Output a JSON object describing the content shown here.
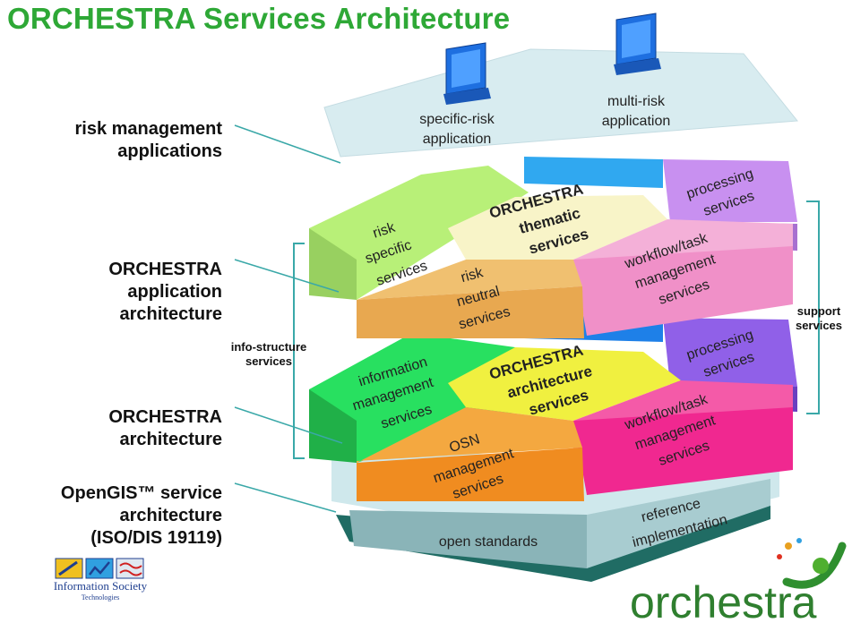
{
  "title": "ORCHESTRA Services Architecture",
  "left_labels": {
    "risk_management": [
      "risk management",
      "applications"
    ],
    "application_architecture": [
      "ORCHESTRA",
      "application",
      "architecture"
    ],
    "orchestra_architecture": [
      "ORCHESTRA",
      "architecture"
    ],
    "opengis": [
      "OpenGIS™ service",
      "architecture",
      "(ISO/DIS 19119)"
    ]
  },
  "side_labels": {
    "info_structure": [
      "info-structure",
      "services"
    ],
    "support": [
      "support",
      "services"
    ]
  },
  "applications": {
    "specific_risk": [
      "specific-risk",
      "application"
    ],
    "multi_risk": [
      "multi-risk",
      "application"
    ]
  },
  "upper_layer": {
    "risk_specific": [
      "risk",
      "specific",
      "services"
    ],
    "thematic": [
      "ORCHESTRA",
      "thematic",
      "services"
    ],
    "processing": [
      "processing",
      "services"
    ],
    "risk_neutral": [
      "risk",
      "neutral",
      "services"
    ],
    "workflow": [
      "workflow/task",
      "management",
      "services"
    ]
  },
  "lower_layer": {
    "information": [
      "information",
      "management",
      "services"
    ],
    "architecture": [
      "ORCHESTRA",
      "architecture",
      "services"
    ],
    "processing": [
      "processing",
      "services"
    ],
    "osn": [
      "OSN",
      "management",
      "services"
    ],
    "workflow": [
      "workflow/task",
      "management",
      "services"
    ]
  },
  "base": {
    "open_standards": "open standards",
    "reference": [
      "reference",
      "implementation"
    ]
  },
  "logos": {
    "ist_line1": "Information Society",
    "ist_line2": "Technologies",
    "orchestra": "orchestra"
  },
  "colors": {
    "title_green": "#2ea836",
    "app_plane": "#d8ecf0",
    "risk_specific": "#b8f078",
    "thematic": "#f8f4c8",
    "processing_top": "#c890f0",
    "risk_neutral": "#e8a850",
    "workflow_top": "#f090c8",
    "information": "#28e060",
    "architecture": "#f0f040",
    "processing_bottom": "#9060e8",
    "osn": "#f08c20",
    "workflow_bottom": "#f02890",
    "base_top": "#cfe8ec",
    "base_side": "#8ab4b8",
    "base_dark": "#206c64"
  }
}
